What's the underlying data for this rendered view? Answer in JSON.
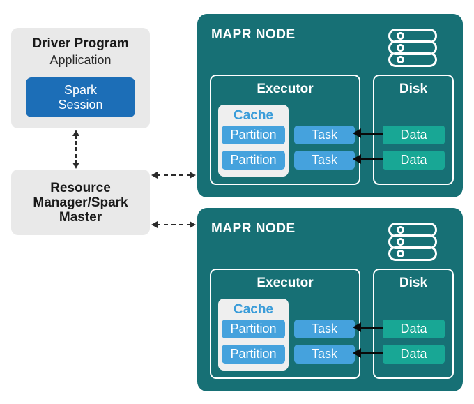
{
  "colors": {
    "node_teal": "#177075",
    "chip_blue": "#45A2DD",
    "session_blue": "#1C6EB7",
    "data_green": "#18A795",
    "panel_gray": "#E9E9E9",
    "cache_gray": "#EFEFEF",
    "cache_text_blue": "#3A9CD9",
    "arrow_black": "#0A0A0A"
  },
  "driver": {
    "title": "Driver Program",
    "subtitle": "Application",
    "session": {
      "line1": "Spark",
      "line2": "Session"
    }
  },
  "resource_manager": {
    "line1": "Resource",
    "line2": "Manager/Spark",
    "line3": "Master"
  },
  "nodes": [
    {
      "title": "MAPR NODE",
      "executor": {
        "label": "Executor",
        "cache": {
          "label": "Cache",
          "partitions": [
            "Partition",
            "Partition"
          ]
        },
        "tasks": [
          "Task",
          "Task"
        ]
      },
      "disk": {
        "label": "Disk",
        "data": [
          "Data",
          "Data"
        ]
      }
    },
    {
      "title": "MAPR NODE",
      "executor": {
        "label": "Executor",
        "cache": {
          "label": "Cache",
          "partitions": [
            "Partition",
            "Partition"
          ]
        },
        "tasks": [
          "Task",
          "Task"
        ]
      },
      "disk": {
        "label": "Disk",
        "data": [
          "Data",
          "Data"
        ]
      }
    }
  ]
}
